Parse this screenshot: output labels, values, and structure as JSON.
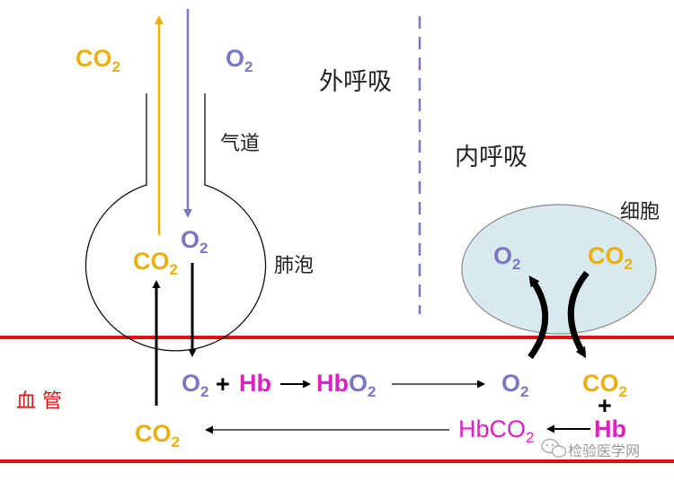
{
  "colors": {
    "co2": "#e8b010",
    "o2": "#7b78c0",
    "hb": "#e020c0",
    "vessel": "#e01010",
    "cell_fill": "#d9eaef",
    "divider": "#7b78c0"
  },
  "labels": {
    "external_respiration": "外呼吸",
    "internal_respiration": "内呼吸",
    "airway": "气道",
    "alveolus": "肺泡",
    "cell": "细胞",
    "blood_vessel": "血 管",
    "watermark": "检验医学网"
  },
  "chem": {
    "co": "CO",
    "o": "O",
    "sub2": "2",
    "hb": "Hb",
    "plus": "+"
  },
  "icons": {
    "watermark": "wechat-icon"
  }
}
